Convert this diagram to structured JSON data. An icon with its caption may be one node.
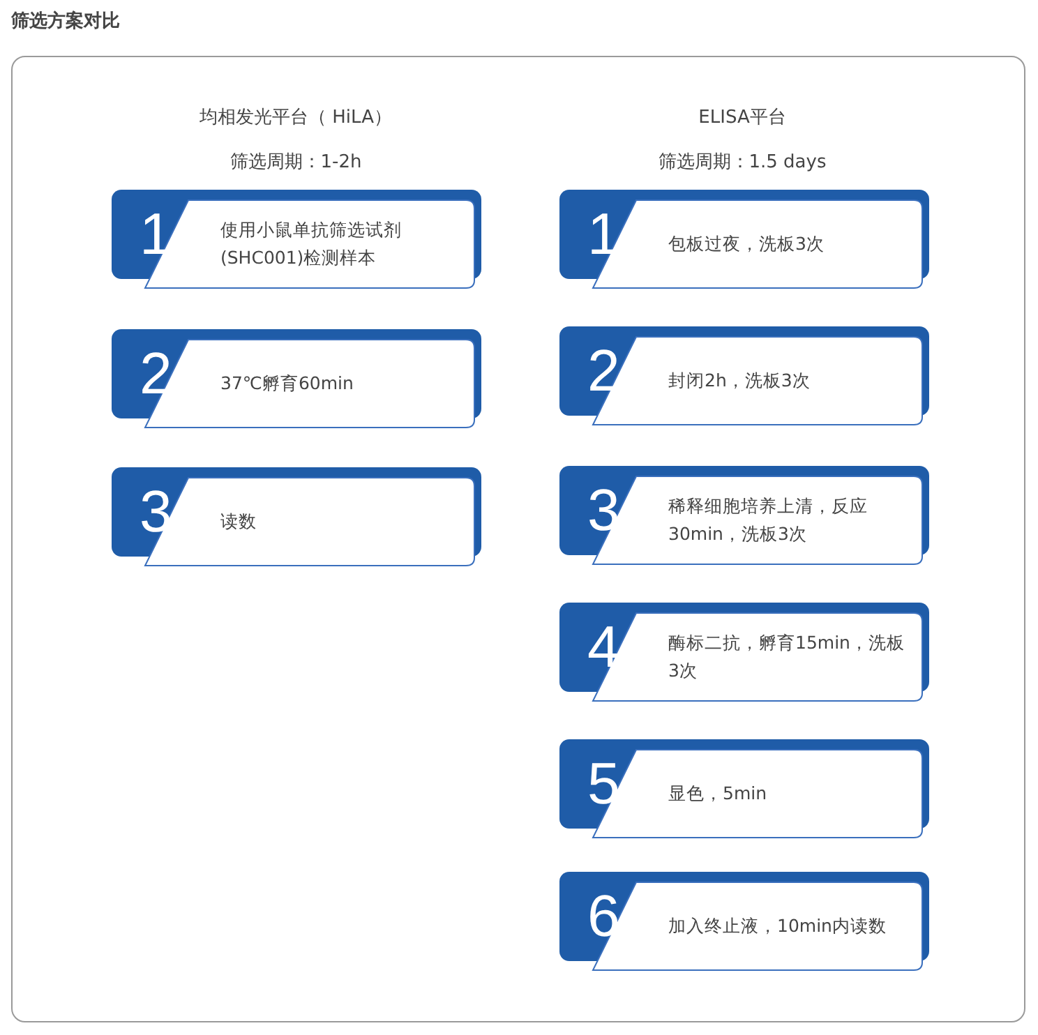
{
  "diagram": {
    "title": "筛选方案对比",
    "nodes": [
      {
        "text": [
          "1",
          "使用小鼠单抗筛选试剂(SHC001)检测样本"
        ]
      },
      {
        "text": [
          "2",
          "37℃孵育60min"
        ]
      },
      {
        "text": [
          "3",
          "读数"
        ]
      },
      {
        "text": [
          "1",
          "包板过夜，洗板3次"
        ]
      },
      {
        "text": [
          "2",
          "封闭2h，洗板3次"
        ]
      },
      {
        "text": [
          "3",
          "稀释细胞培养上清，反应30min，洗板3次"
        ]
      },
      {
        "text": [
          "4",
          "酶标二抗，孵育15min，洗板3次"
        ]
      },
      {
        "text": [
          "5",
          "显色，5min"
        ]
      },
      {
        "text": [
          "6",
          "加入终止液，10min内读数"
        ]
      }
    ],
    "edges": [],
    "labels": [
      "均相发光平台（ HiLA）",
      "ELISA平台",
      "筛选周期：1-2h",
      "筛选周期：1.5 days"
    ]
  }
}
